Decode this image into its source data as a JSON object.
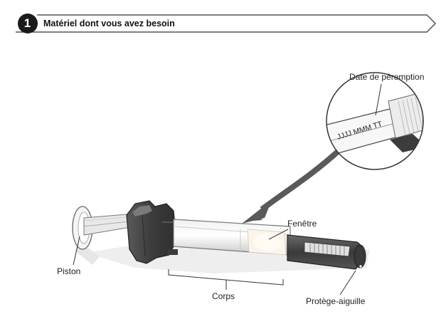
{
  "header": {
    "step_number": "1",
    "title": "Matériel dont vous avez besoin"
  },
  "labels": {
    "expiry_date": "Date de péremption",
    "date_format": "JJJJ MMM TT",
    "window": "Fenêtre",
    "plunger": "Piston",
    "body": "Corps",
    "needle_guard": "Protège-aiguille"
  },
  "colors": {
    "step_circle": "#1a1a1a",
    "header_line": "#555555",
    "arrow": "#555555",
    "device_dark": "#4a4a4a",
    "device_light": "#dcdcdc"
  }
}
